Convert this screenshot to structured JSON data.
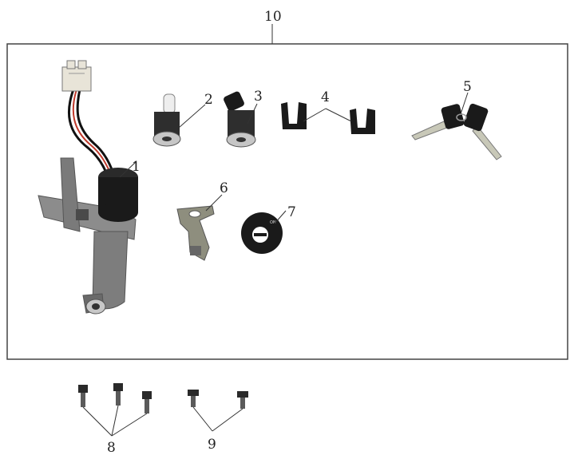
{
  "callouts": {
    "c1": "1",
    "c2": "2",
    "c3": "3",
    "c4": "4",
    "c5": "5",
    "c6": "6",
    "c7": "7",
    "c8": "8",
    "c9": "9",
    "c10": "10"
  },
  "parts": [
    {
      "id": "1",
      "name": "ignition-switch-assembly"
    },
    {
      "id": "2",
      "name": "lock-cylinder"
    },
    {
      "id": "3",
      "name": "lock-cylinder-with-cap"
    },
    {
      "id": "4",
      "name": "lock-clips"
    },
    {
      "id": "5",
      "name": "keys"
    },
    {
      "id": "6",
      "name": "mounting-bracket"
    },
    {
      "id": "7",
      "name": "switch-cover-ring"
    },
    {
      "id": "8",
      "name": "bolts"
    },
    {
      "id": "9",
      "name": "screws"
    },
    {
      "id": "10",
      "name": "lock-set-kit"
    }
  ],
  "colors": {
    "metal": "#8c8c8c",
    "metal_dark": "#5a5a5a",
    "plastic_black": "#1a1a1a",
    "connector": "#e8e4d8",
    "wire_red": "#c0392b",
    "wire_black": "#111111"
  }
}
